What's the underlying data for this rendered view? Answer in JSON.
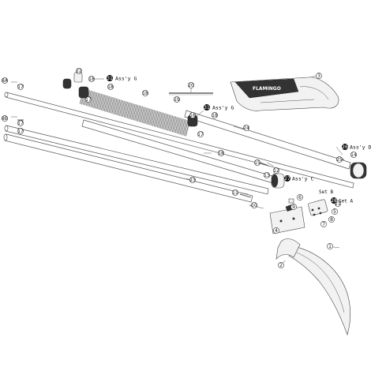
{
  "assembly_labels": {
    "G_top": {
      "num": "31",
      "text": "Ass'y G"
    },
    "G_mid": {
      "num": "31",
      "text": "Ass'y G"
    },
    "D": {
      "num": "26",
      "text": "Ass'y D"
    },
    "C": {
      "num": "27",
      "text": "Ass'y C"
    },
    "A": {
      "num": "28",
      "text": "Set A"
    },
    "B": {
      "text": "Set B"
    }
  },
  "brand_text": "FLAMINGO",
  "part_labels": {
    "p1": "1",
    "p2": "2",
    "p3": "3",
    "p4": "4",
    "p5": "5",
    "p6": "6",
    "p7": "7",
    "p8": "8",
    "p9": "9",
    "p10": "10",
    "p11": "11",
    "p12": "12",
    "p13": "13",
    "p14": "14",
    "p15": "15",
    "p16": "16",
    "p17a": "17",
    "p17b": "17",
    "p17c": "17",
    "p17d": "17",
    "p18a": "18",
    "p18b": "18",
    "p18c": "18",
    "p18d": "18",
    "p18e": "18",
    "p19": "19",
    "p20": "20",
    "p21": "21",
    "p22": "22",
    "p23": "23",
    "p24": "24",
    "p25": "25",
    "p8A": "8A",
    "p8B": "8B"
  }
}
